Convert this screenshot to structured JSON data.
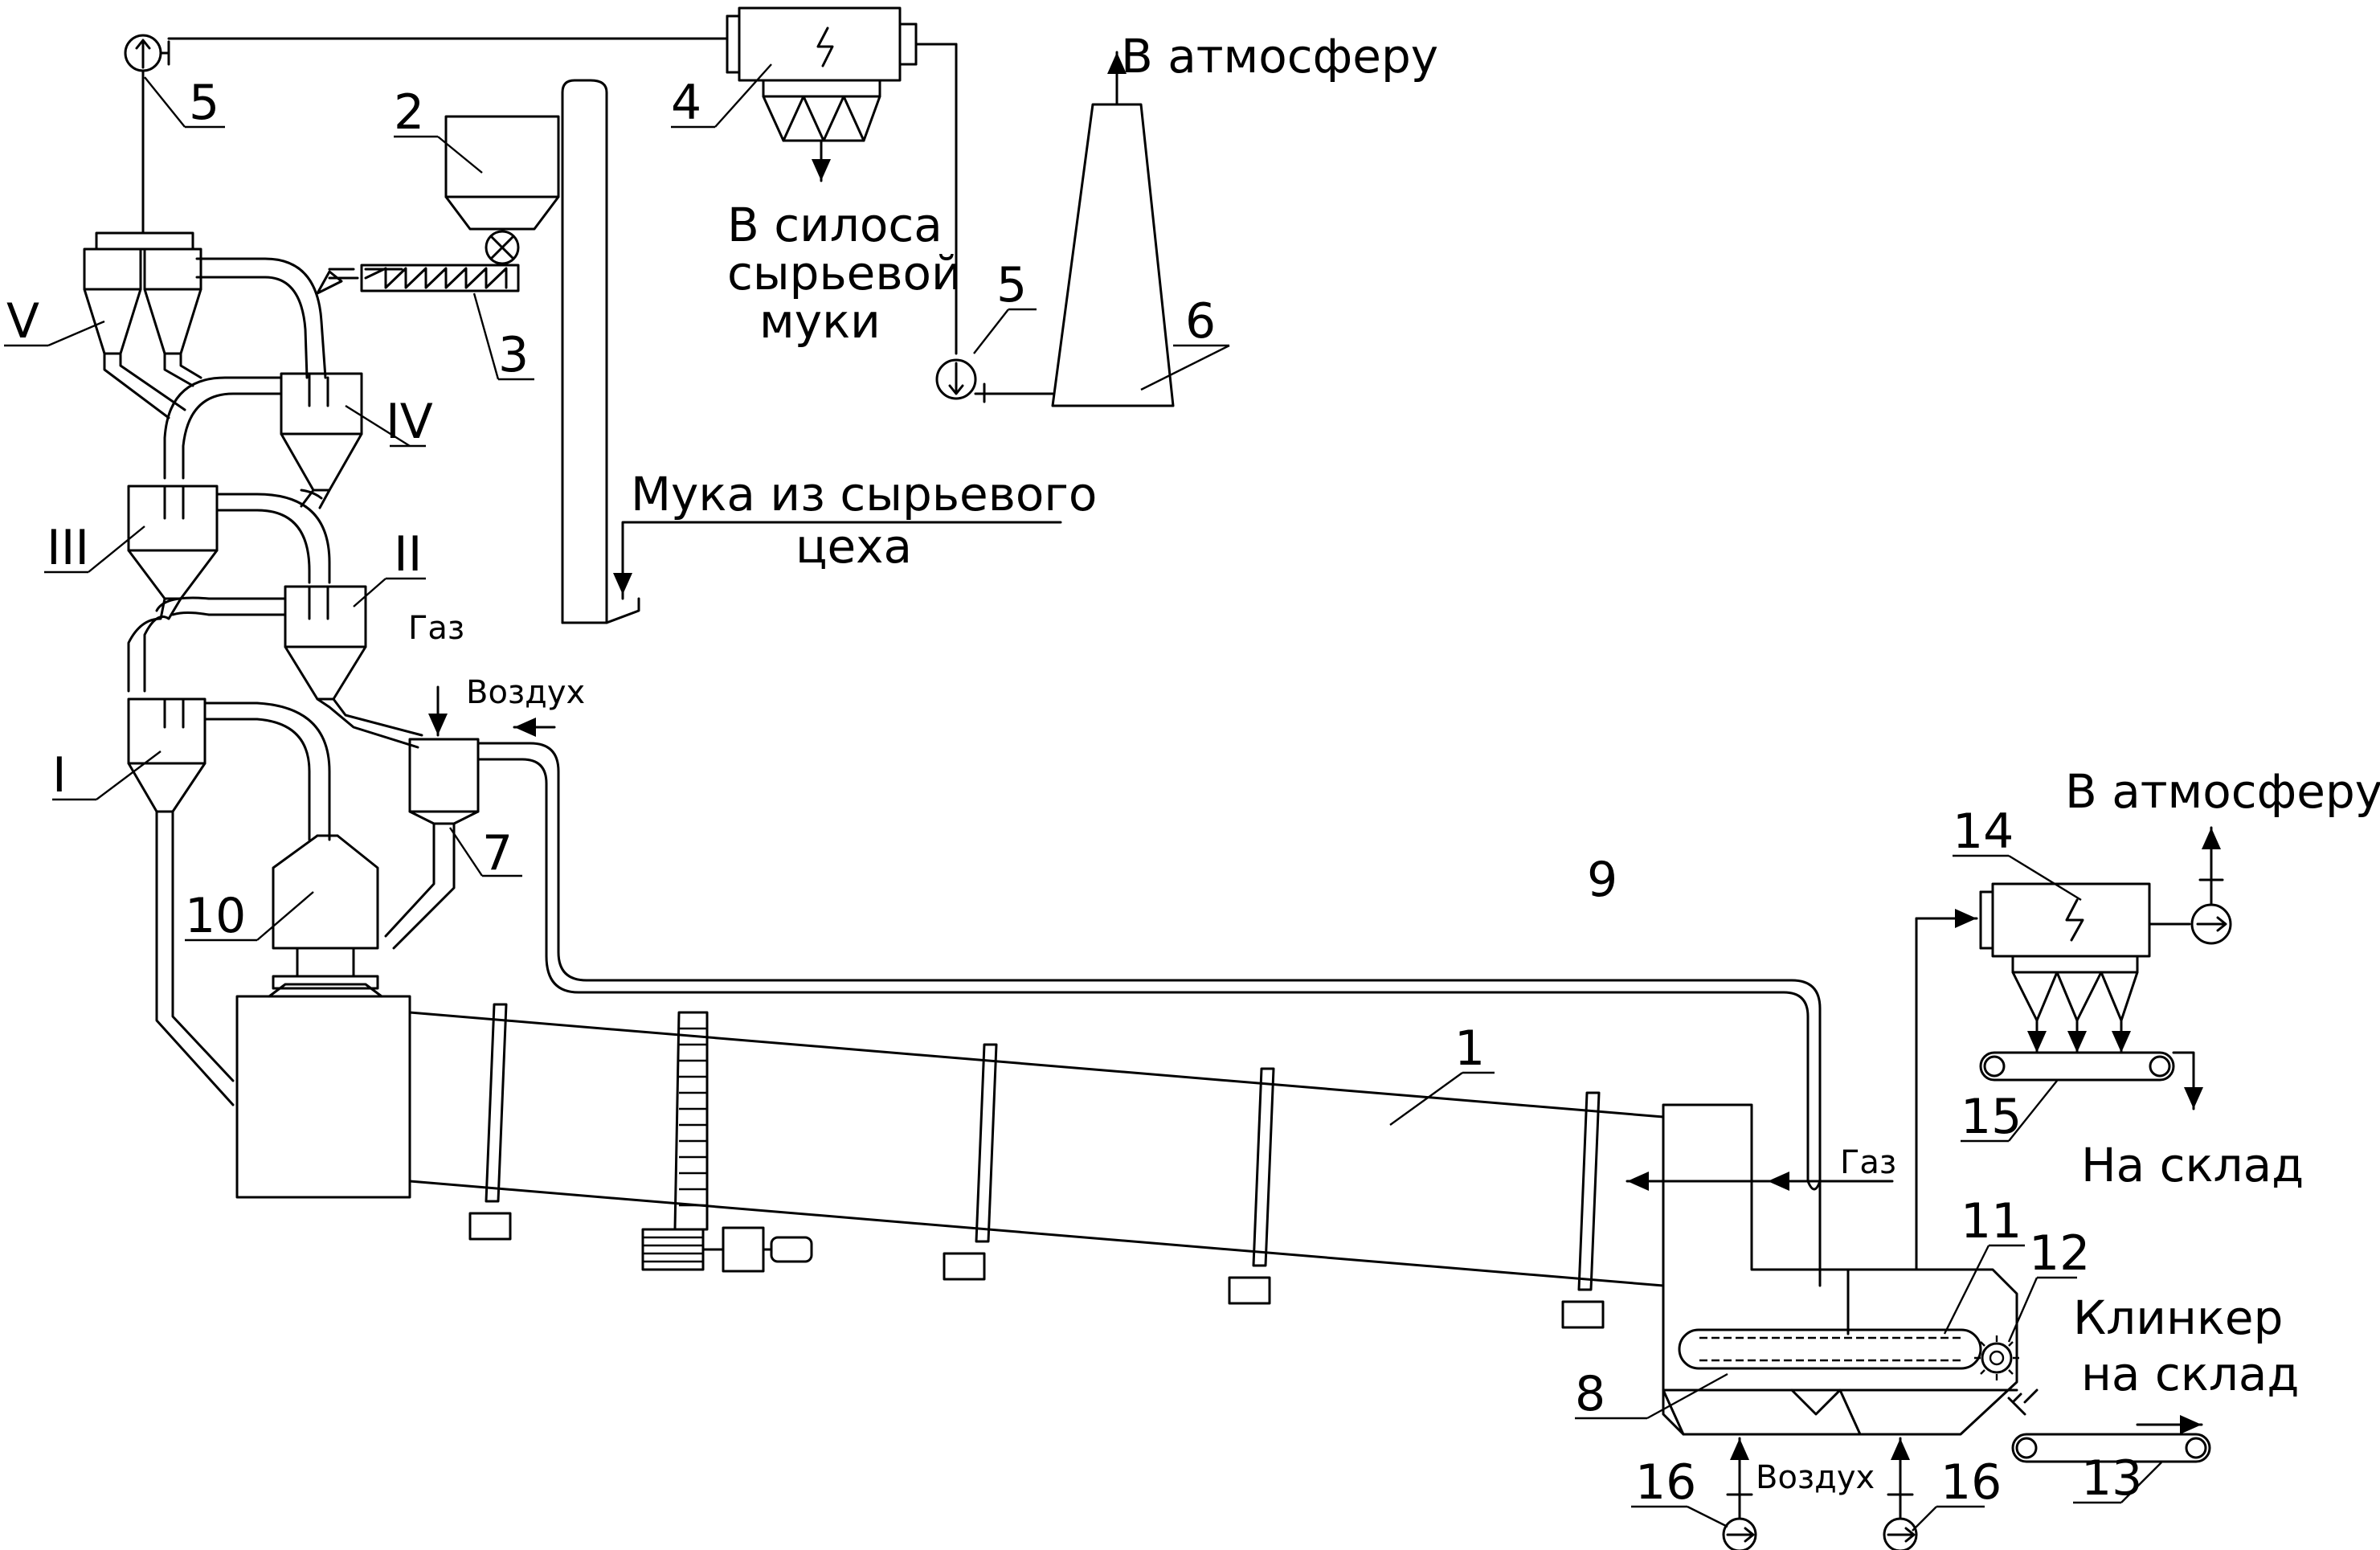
{
  "labels": {
    "to_atmosphere_top": "В атмосферу",
    "to_silos_1": "В силоса",
    "to_silos_2": "сырьевой",
    "to_silos_3": "муки",
    "flour_1": "Мука из сырьевого",
    "flour_2": "цеха",
    "gas_top": "Газ",
    "air_top": "Воздух",
    "to_atmosphere_right": "В атмосферу",
    "to_warehouse": "На склад",
    "gas_right": "Газ",
    "clinker_1": "Клинкер",
    "clinker_2": "на склад",
    "air_bottom": "Воздух"
  },
  "numbers": {
    "n1": "1",
    "n2": "2",
    "n3": "3",
    "n4": "4",
    "n5a": "5",
    "n5b": "5",
    "n6": "6",
    "n7": "7",
    "n8": "8",
    "n9": "9",
    "n10": "10",
    "n11": "11",
    "n12": "12",
    "n13": "13",
    "n14": "14",
    "n15": "15",
    "n16a": "16",
    "n16b": "16",
    "rI": "I",
    "rII": "II",
    "rIII": "III",
    "rIV": "IV",
    "rV": "V"
  }
}
